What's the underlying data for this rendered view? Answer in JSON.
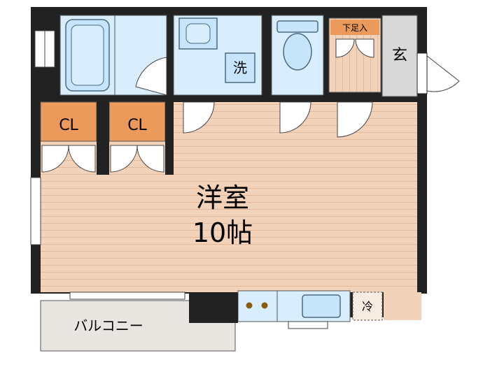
{
  "rooms": {
    "western_room": {
      "name": "洋室",
      "size": "10帖"
    },
    "closet_left": "CL",
    "closet_right": "CL",
    "washer": "洗",
    "shoe_box": "下足入",
    "entrance": "玄",
    "balcony": "バルコニー",
    "fridge": "冷"
  },
  "colors": {
    "floor_wood": "#f2d2b9",
    "wet_area": "#d8eefc",
    "closet": "#ec9a5c",
    "walls": "#222222",
    "entrance_floor": "#d8d8d8",
    "balcony": "#e9e6e2"
  }
}
